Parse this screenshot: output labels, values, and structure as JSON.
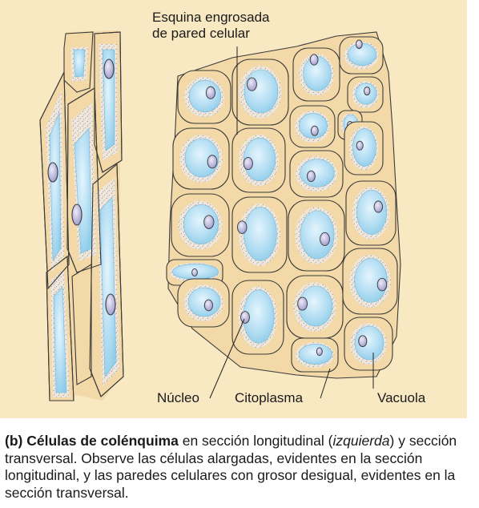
{
  "figure": {
    "labels": {
      "corner_line1": "Esquina engrosada",
      "corner_line2": "de pared celular",
      "nucleus": "Núcleo",
      "cytoplasm": "Citoplasma",
      "vacuole": "Vacuola"
    },
    "colors": {
      "background": "#f9e9c3",
      "cell_wall": "#f3d9a8",
      "vacuole": "#a9d8f0",
      "nucleus": "#b8b3d9",
      "outline": "#3a3a3a"
    }
  },
  "caption": {
    "bold": "(b) Células de colénquima",
    "part1": " en sección longitudinal (",
    "italic": "izquierda",
    "part2": ") y sección transversal. Observe las células alargadas, evidentes en la sección longitudinal, y las paredes celulares con grosor desigual, evidentes en la sección transversal."
  }
}
